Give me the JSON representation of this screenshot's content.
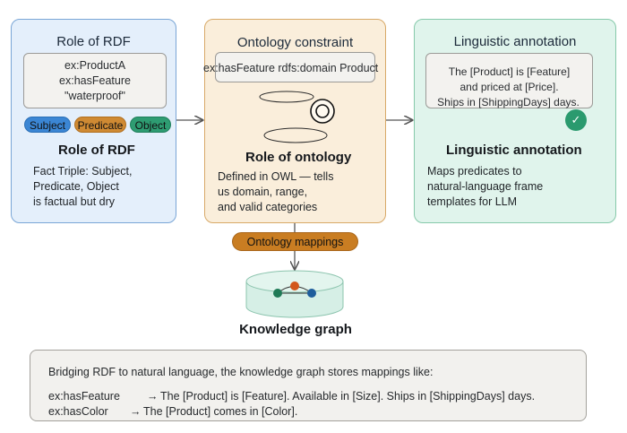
{
  "rdf_panel": {
    "title": "Role of RDF",
    "code_lines": [
      "ex:ProductA",
      "ex:hasFeature",
      "\"waterproof\""
    ],
    "pills": {
      "subject": "Subject",
      "predicate": "Predicate",
      "object": "Object"
    },
    "subtitle": "Role of RDF",
    "description": [
      "Fact Triple: Subject,",
      "Predicate, Object",
      "is factual but dry"
    ]
  },
  "ontology_panel": {
    "title": "Ontology constraint",
    "code": "ex:hasFeature rdfs:domain Product",
    "subtitle": "Role of ontology",
    "description": [
      "Defined in OWL — tells",
      "us domain, range,",
      "and valid categories"
    ]
  },
  "linguistic_panel": {
    "title": "Linguistic annotation",
    "template_lines": [
      "The [Product] is [Feature]",
      "and priced at [Price].",
      "Ships in [ShippingDays] days."
    ],
    "check_glyph": "✓",
    "subtitle": "Linguistic annotation",
    "description": [
      "Maps predicates to",
      "natural-language frame",
      "templates for LLM"
    ]
  },
  "mappings_label": "Ontology mappings",
  "knowledge_graph_label": "Knowledge graph",
  "bridge": {
    "intro": "Bridging RDF to natural language, the knowledge graph stores mappings like:",
    "rows": [
      {
        "predicate": "ex:hasFeature",
        "arrow": "→",
        "template": "The [Product] is [Feature]. Available in [Size]. Ships in [ShippingDays] days."
      },
      {
        "predicate": "ex:hasColor",
        "arrow": "→",
        "template": "The [Product] comes in [Color]."
      }
    ]
  },
  "colors": {
    "subject_pill": "#3b86d4",
    "predicate_pill": "#cf8a33",
    "object_pill": "#2e9c72",
    "mapping_pill": "#c97d22",
    "check_badge": "#2a9a6e",
    "node_blue": "#1e5d9c",
    "node_orange": "#d2571c",
    "node_green": "#1f7a56"
  }
}
